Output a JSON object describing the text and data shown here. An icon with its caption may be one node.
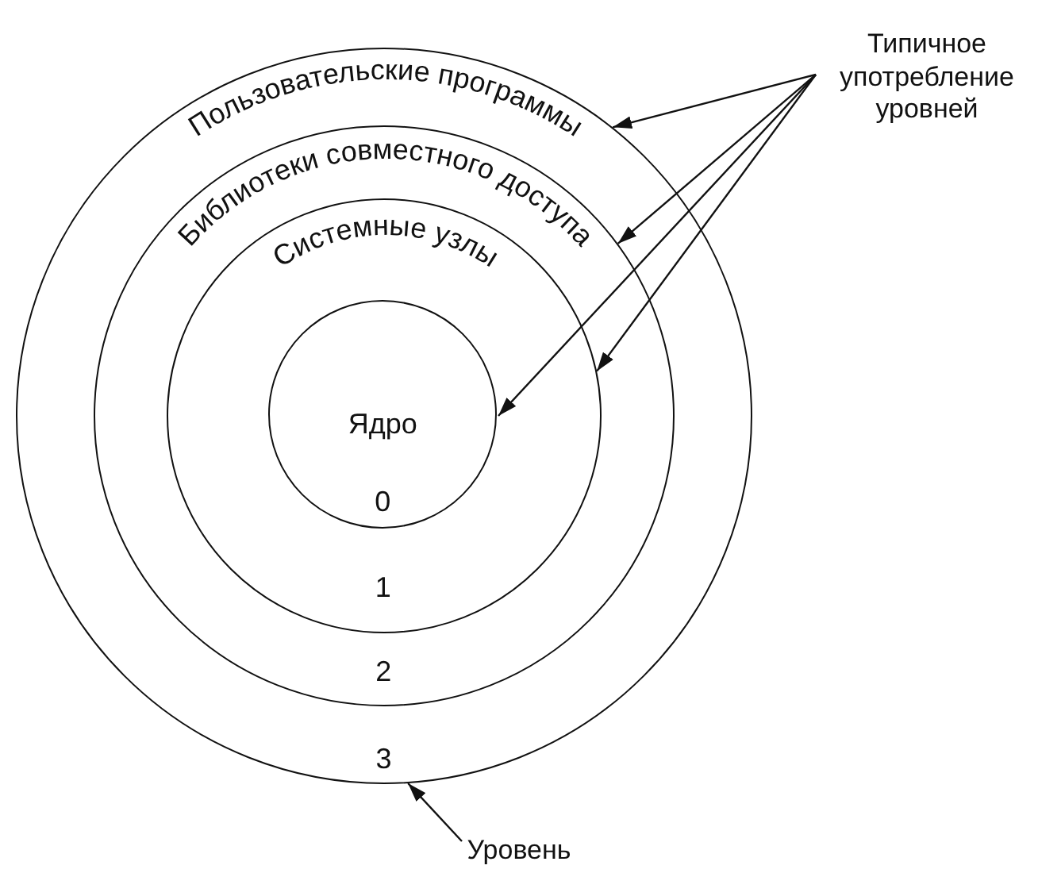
{
  "diagram": {
    "nodes": [
      {
        "text": [
          "Пользовательские программы",
          "3"
        ]
      },
      {
        "text": [
          "Библиотеки совместного доступа",
          "2"
        ],
        "in": 0
      },
      {
        "text": [
          "Системные узлы",
          "1"
        ],
        "in": 1
      },
      {
        "text": [
          "Ядро",
          "0"
        ],
        "in": 2
      },
      {
        "text": [
          "Типичное употребление уровней"
        ]
      },
      {
        "text": [
          "Уровень"
        ]
      }
    ],
    "edges": [
      {
        "from": 4,
        "to": 0,
        "arrow": "to"
      },
      {
        "from": 4,
        "to": 1,
        "arrow": "to"
      },
      {
        "from": 4,
        "to": 2,
        "arrow": "to"
      },
      {
        "from": 4,
        "to": 3,
        "arrow": "to"
      },
      {
        "from": 5,
        "to": 0,
        "arrow": "to"
      }
    ]
  }
}
